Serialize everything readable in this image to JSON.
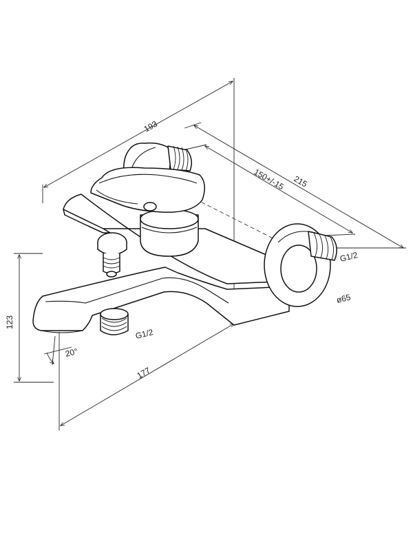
{
  "dimensions": {
    "width_193": "193",
    "depth_215": "215",
    "centers": "150+/-15",
    "height_123": "123",
    "length_177": "177",
    "angle": "20°",
    "thread_outlet": "G1/2",
    "thread_inlet": "G1/2",
    "flange_diameter": "ø65"
  },
  "colors": {
    "line": "#111111",
    "background": "#ffffff"
  }
}
